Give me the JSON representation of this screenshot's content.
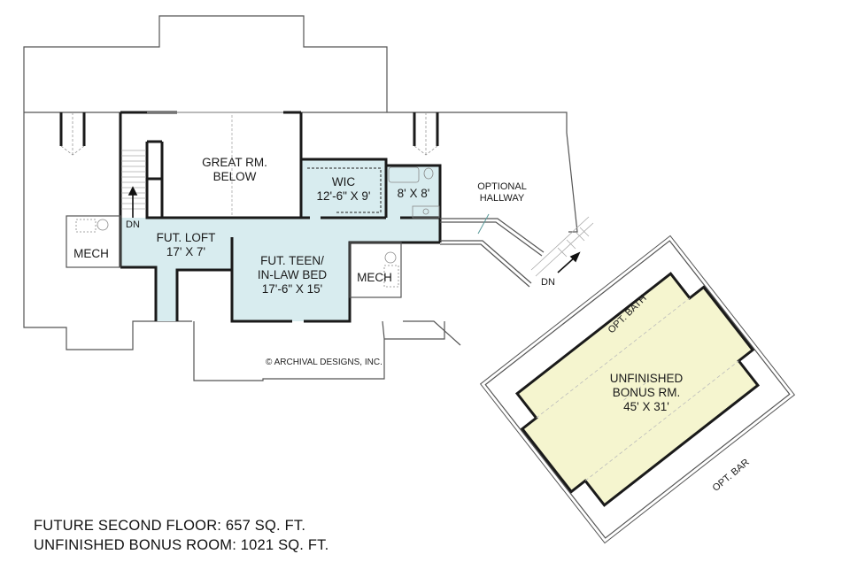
{
  "plan": {
    "colors": {
      "finished_fill": "#d8ecef",
      "bonus_fill": "#f5f5cf",
      "wall": "#1a1a1a",
      "outline": "#555555"
    },
    "rooms": {
      "great_room": {
        "line1": "GREAT RM.",
        "line2": "BELOW"
      },
      "wic": {
        "line1": "WIC",
        "line2": "12'-6\" X 9'"
      },
      "bath": {
        "line1": "8' X 8'"
      },
      "loft": {
        "line1": "FUT. LOFT",
        "line2": "17' X 7'"
      },
      "teen_bed": {
        "line1": "FUT. TEEN/",
        "line2": "IN-LAW BED",
        "line3": "17'-6\" X 15'"
      },
      "mech_left": {
        "line1": "MECH"
      },
      "mech_right": {
        "line1": "MECH"
      },
      "optional_hallway": {
        "line1": "OPTIONAL",
        "line2": "HALLWAY"
      },
      "bonus": {
        "line1": "UNFINISHED",
        "line2": "BONUS RM.",
        "line3": "45' X 31'"
      },
      "opt_bath": {
        "line1": "OPT. BATH"
      },
      "opt_bar": {
        "line1": "OPT. BAR"
      }
    },
    "stairs": {
      "left_label": "DN",
      "right_label": "DN"
    },
    "copyright": "© ARCHIVAL DESIGNS, INC."
  },
  "footer": {
    "line1": "FUTURE SECOND FLOOR: 657 SQ. FT.",
    "line2": "UNFINISHED BONUS ROOM: 1021 SQ. FT."
  }
}
